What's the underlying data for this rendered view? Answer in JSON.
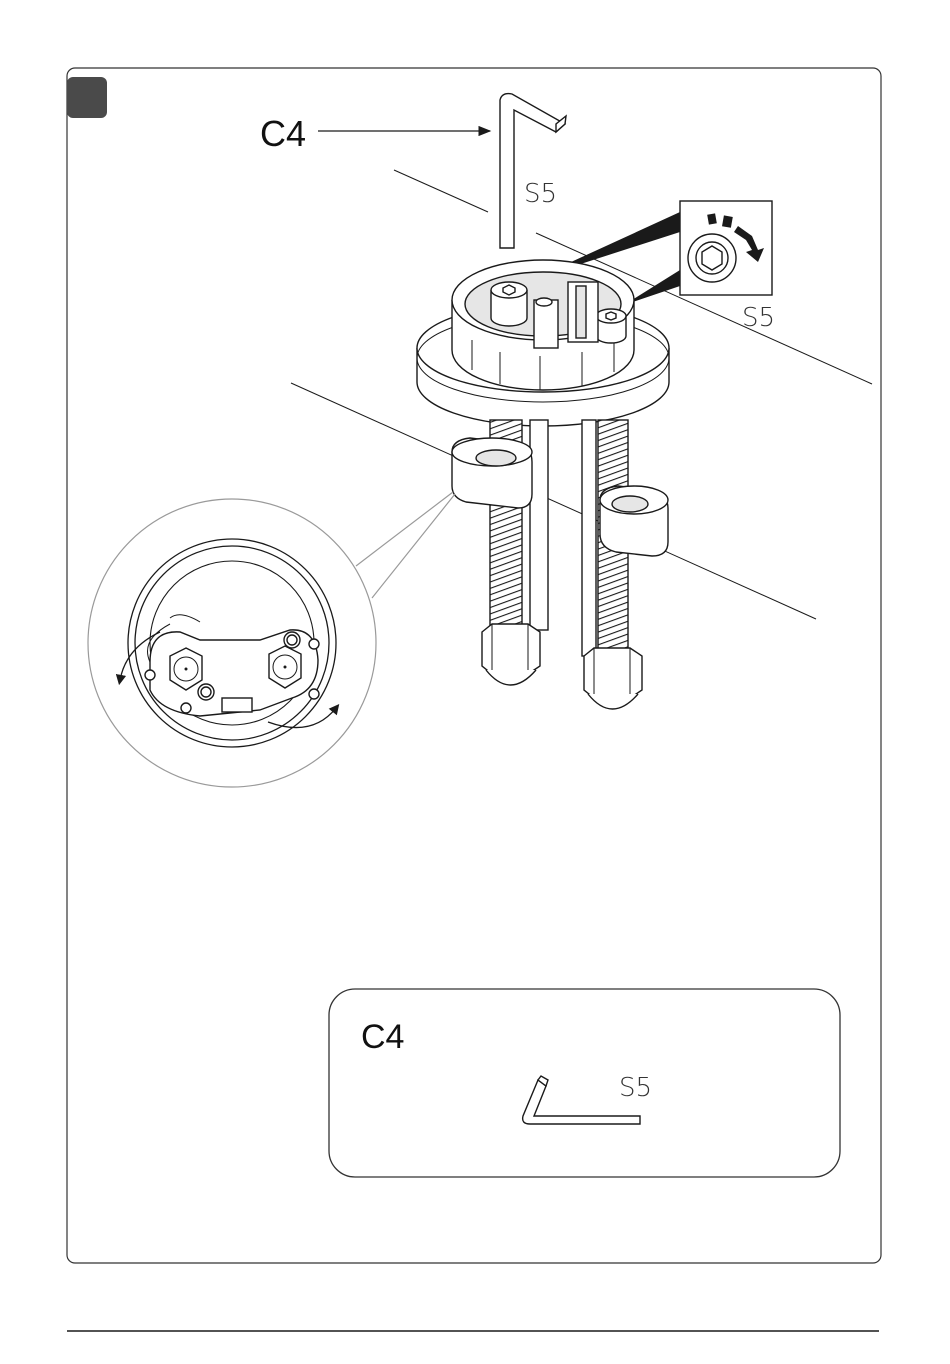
{
  "step": {
    "badge_color": "#4a4a4a",
    "tool_code": "C4",
    "tool_size_main": "S5",
    "tool_size_detail": "S5"
  },
  "tool_legend": {
    "code": "C4",
    "size": "S5"
  },
  "icons": [
    "allen-key-icon",
    "hex-socket-icon",
    "rotate-clockwise-arrow-icon",
    "rotate-arrow-icon"
  ]
}
